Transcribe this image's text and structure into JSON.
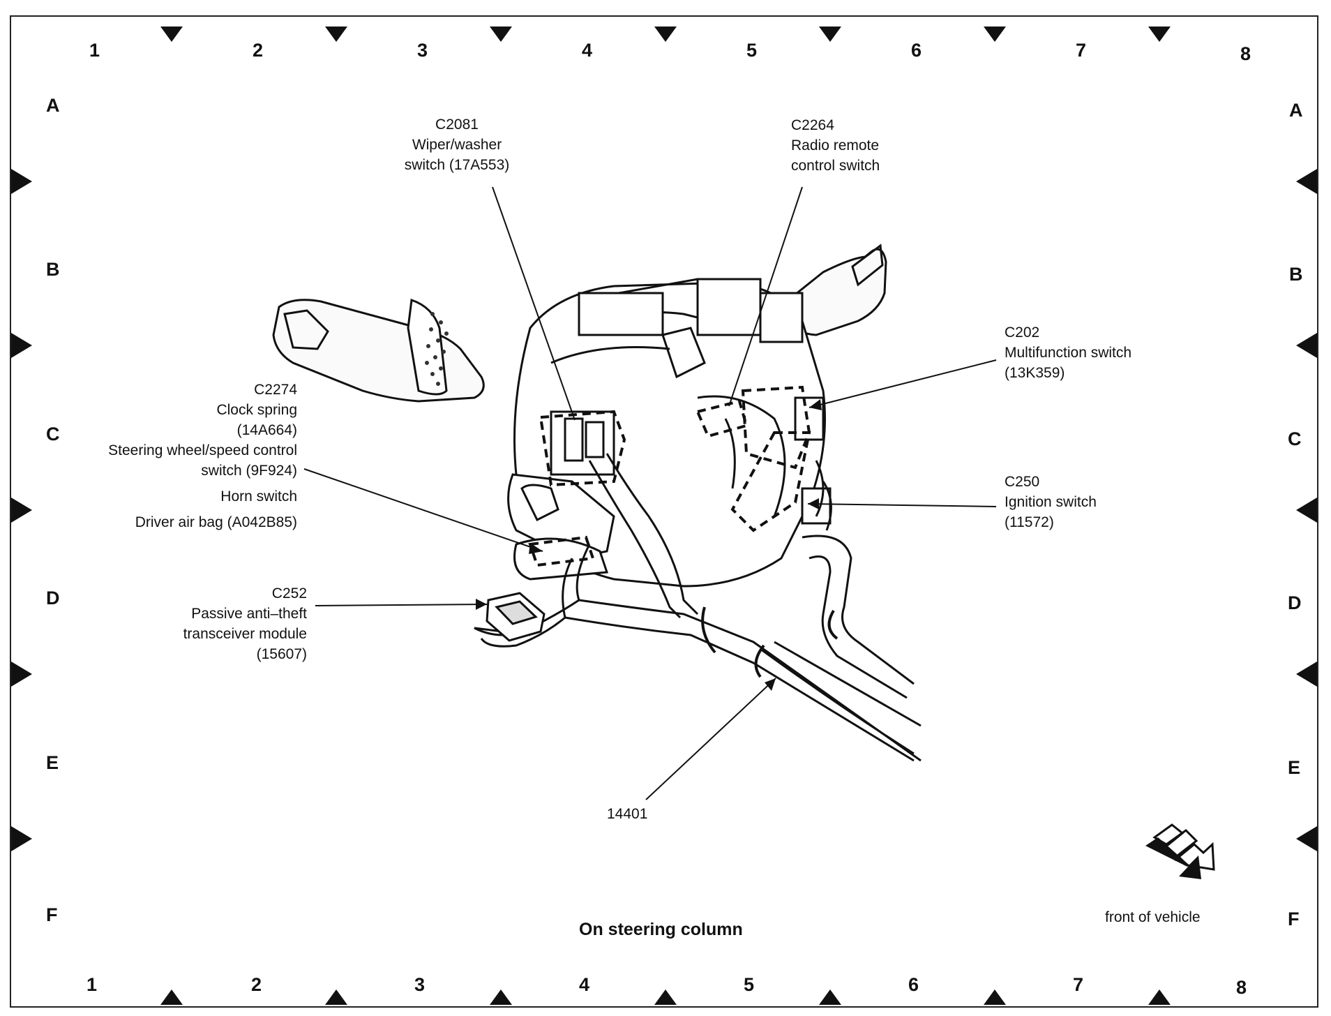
{
  "grid": {
    "columns": [
      "1",
      "2",
      "3",
      "4",
      "5",
      "6",
      "7",
      "8"
    ],
    "rows": [
      "A",
      "B",
      "C",
      "D",
      "E",
      "F"
    ]
  },
  "callouts": {
    "c2081": {
      "id": "C2081",
      "line1": "Wiper/washer",
      "line2": "switch (17A553)"
    },
    "c2264": {
      "id": "C2264",
      "line1": "Radio remote",
      "line2": "control switch"
    },
    "c202": {
      "id": "C202",
      "line1": "Multifunction switch",
      "line2": "(13K359)"
    },
    "c2274": {
      "id": "C2274",
      "line1": "Clock spring",
      "line2": "(14A664)",
      "line3": "Steering wheel/speed control",
      "line4": "switch (9F924)",
      "line5": "Horn switch",
      "line6": "Driver air bag (A042B85)"
    },
    "c250": {
      "id": "C250",
      "line1": "Ignition switch",
      "line2": "(11572)"
    },
    "c252": {
      "id": "C252",
      "line1": "Passive anti–theft",
      "line2": "transceiver module",
      "line3": "(15607)"
    },
    "harness": {
      "id": "14401"
    }
  },
  "caption": "On steering column",
  "front_label": "front of vehicle"
}
